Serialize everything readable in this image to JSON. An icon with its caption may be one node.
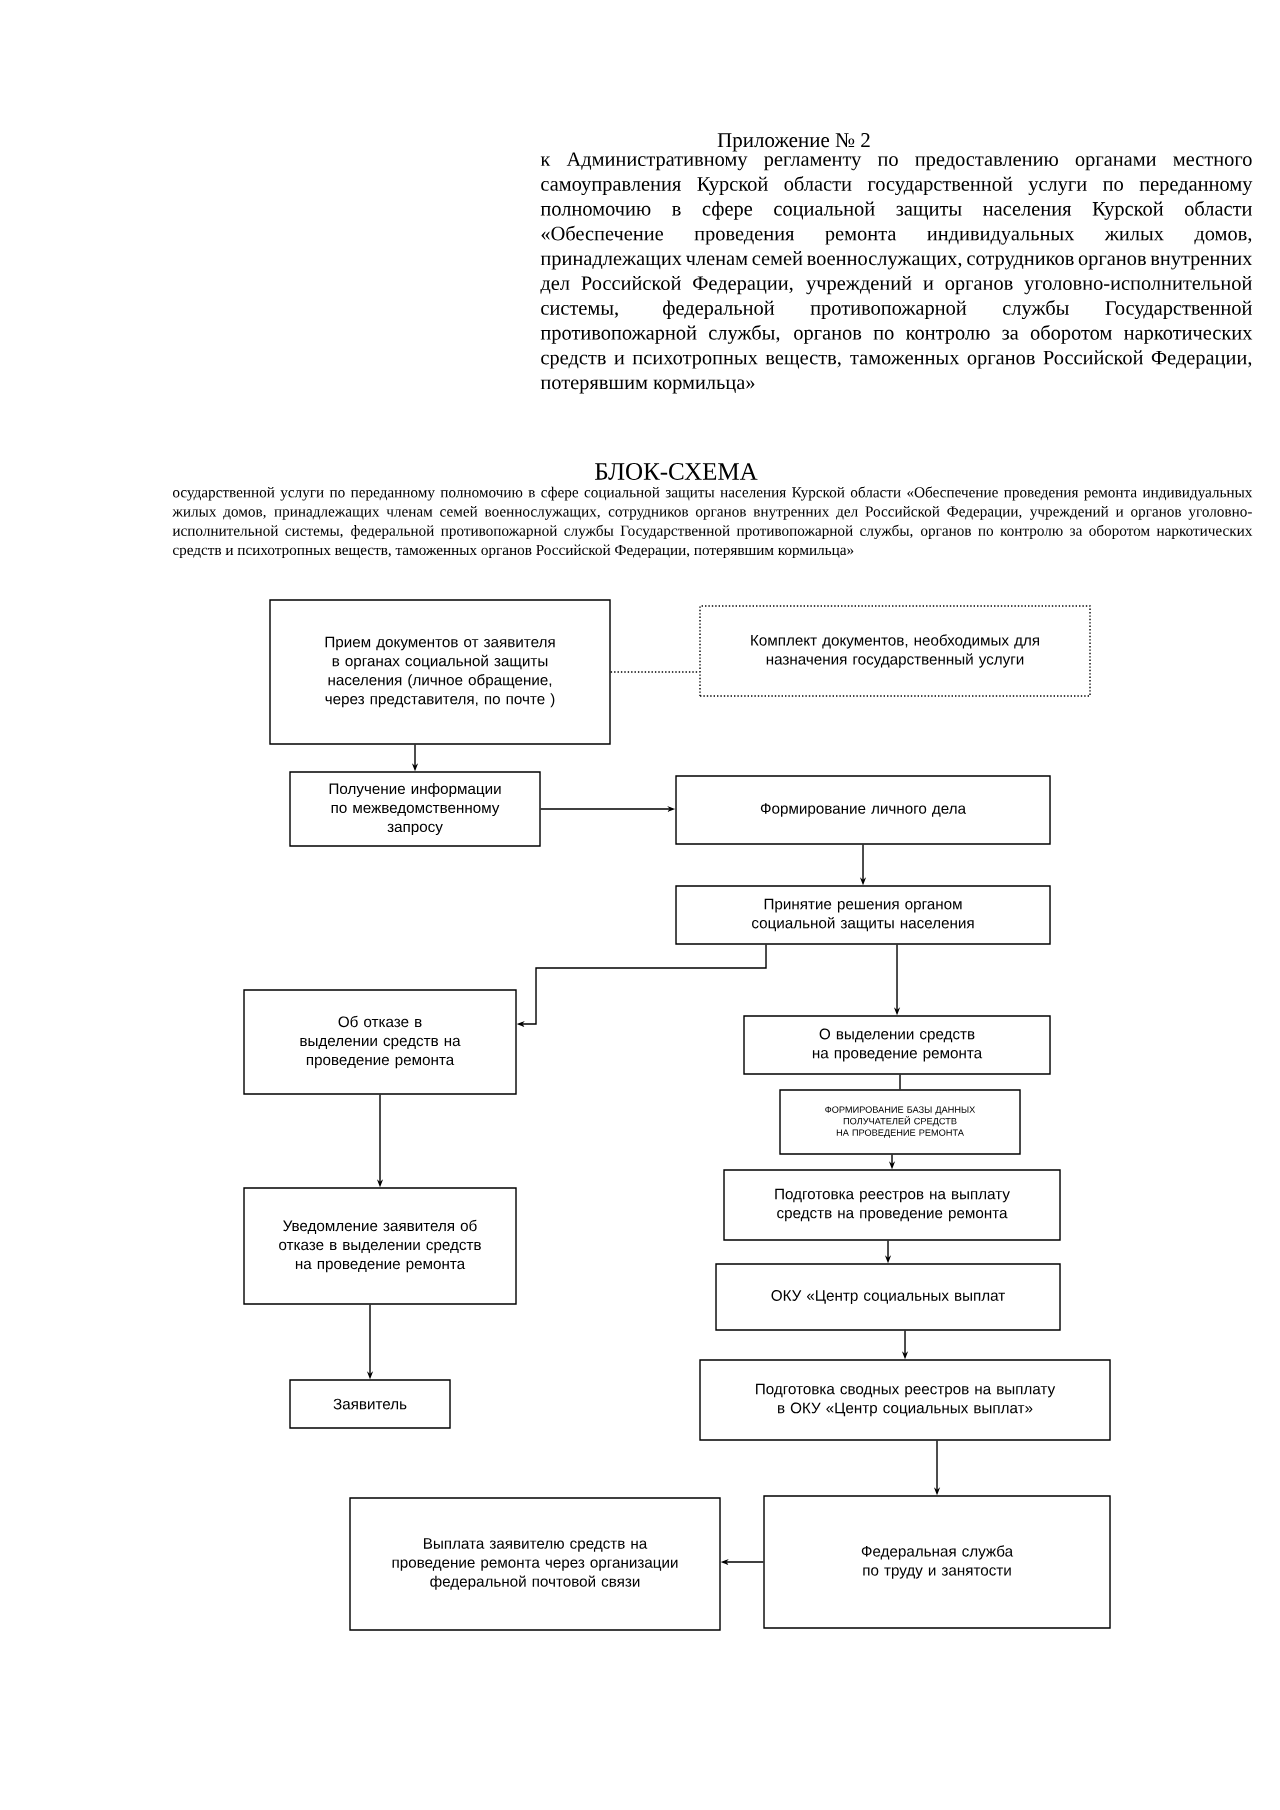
{
  "diagram": {
    "title": "БЛОК-СХЕМА",
    "nodes": [
      {
        "text": [
          "Прием документов от заявителя в органах социальной защиты населения (личное обращение, через представителя, по почте )"
        ]
      },
      {
        "text": [
          "Комплект документов, необходимых для назначения государственный услуги"
        ]
      },
      {
        "text": [
          "Получение информации по межведомственному запросу"
        ]
      },
      {
        "text": [
          "Формирование личного дела"
        ]
      },
      {
        "text": [
          "Принятие решения органом социальной защиты населения"
        ]
      },
      {
        "text": [
          "Об отказе в выделении средств на проведение ремонта"
        ]
      },
      {
        "text": [
          "О выделении средств на проведение ремонта"
        ]
      },
      {
        "text": [
          "ФОРМИРОВАНИЕ БАЗЫ ДАННЫХ ПОЛУЧАТЕЛЕЙ СРЕДСТВ НА ПРОВЕДЕНИЕ РЕМОНТА"
        ]
      },
      {
        "text": [
          "Подготовка реестров на выплату средств на проведение ремонта"
        ]
      },
      {
        "text": [
          "ОКУ «Центр социальных выплат"
        ]
      },
      {
        "text": [
          "Уведомление заявителя об отказе в выделении средств на проведение ремонта"
        ]
      },
      {
        "text": [
          "Заявитель"
        ]
      },
      {
        "text": [
          "Подготовка сводных реестров на выплату в ОКУ «Центр социальных выплат»"
        ]
      },
      {
        "text": [
          "Федеральная служба по труду и занятости"
        ]
      },
      {
        "text": [
          "Выплата заявителю средств на проведение ремонта через организации федеральной почтовой связи"
        ]
      }
    ],
    "edges": [
      {
        "from": 0,
        "to": 1,
        "arrow": "none",
        "style": "dashed"
      },
      {
        "from": 0,
        "to": 2,
        "arrow": "to"
      },
      {
        "from": 2,
        "to": 3,
        "arrow": "to"
      },
      {
        "from": 3,
        "to": 4,
        "arrow": "to"
      },
      {
        "from": 4,
        "to": 5,
        "arrow": "to"
      },
      {
        "from": 4,
        "to": 6,
        "arrow": "to"
      },
      {
        "from": 6,
        "to": 7,
        "arrow": "none"
      },
      {
        "from": 7,
        "to": 8,
        "arrow": "to"
      },
      {
        "from": 8,
        "to": 9,
        "arrow": "to"
      },
      {
        "from": 9,
        "to": 12,
        "arrow": "to"
      },
      {
        "from": 5,
        "to": 10,
        "arrow": "to"
      },
      {
        "from": 10,
        "to": 11,
        "arrow": "to"
      },
      {
        "from": 12,
        "to": 13,
        "arrow": "to"
      },
      {
        "from": 13,
        "to": 14,
        "arrow": "to"
      }
    ],
    "labels": [
      "Приложение № 2",
      "к Административному регламенту по предоставлению органами местного самоуправления Курской области государственной услуги по переданному полномочию в сфере социальной защиты населения Курской области «Обеспечение проведения ремонта индивидуальных жилых домов, принадлежащих членам семей военнослужащих, сотрудников органов внутренних дел Российской Федерации, учреждений и органов уголовно-исполнительной системы, федеральной противопожарной службы Государственной противопожарной службы, органов по контролю за оборотом наркотических средств и психотропных веществ, таможенных органов Российской Федерации, потерявшим кормильца»",
      "осударственной услуги по переданному полномочию в сфере социальной защиты населения Курской области «Обеспечение проведения ремонта индивидуальных жилых домов, принадлежащих членам семей военнослужащих, сотрудников органов внутренних дел Российской Федерации, учреждений и органов уголовно-исполнительной системы, федеральной противопожарной службы Государственной противопожарной службы, органов по контролю за оборотом наркотических средств и психотропных веществ, таможенных органов Российской Федерации, потерявшим кормильца»"
    ]
  }
}
